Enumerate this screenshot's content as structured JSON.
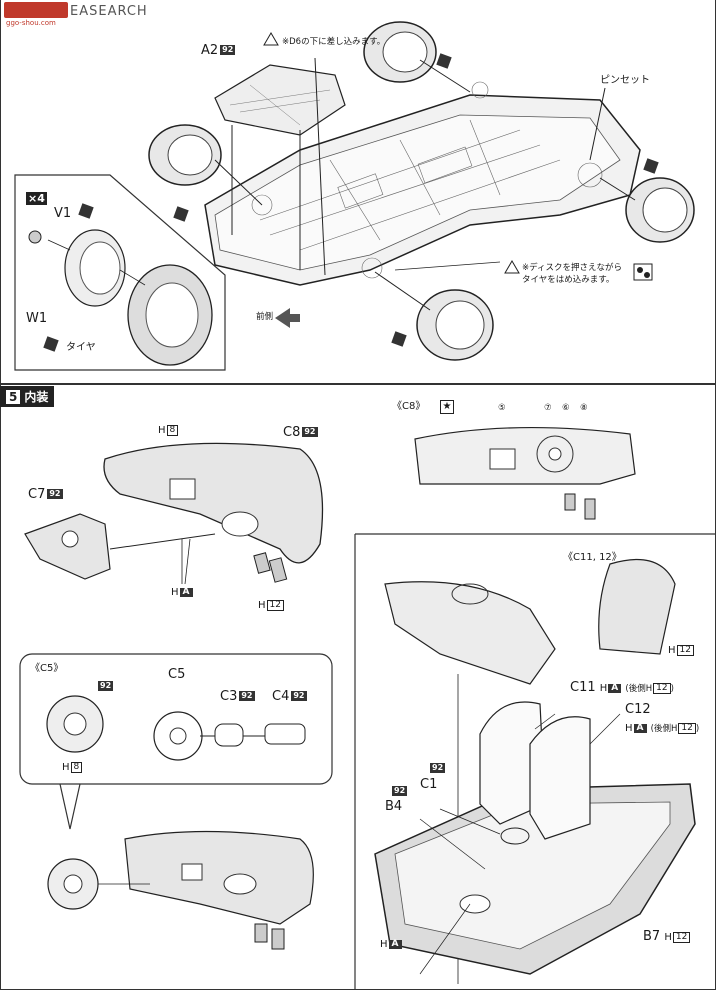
{
  "watermark": {
    "site": "ggo-shou.com",
    "brand_text": "EASEARCH"
  },
  "step4": {
    "A2": "A2",
    "A2_paint": "92",
    "note_d6": "※D6の下に差し込みます。",
    "tweezers": "ピンセット",
    "note_disc_1": "※ディスクを押さえながら",
    "note_disc_2": "タイヤをはめ込みます。",
    "front": "前側",
    "inset": {
      "qty": "×4",
      "V1": "V1",
      "W1": "W1",
      "tire": "タイヤ"
    }
  },
  "step5": {
    "number": "5",
    "title": "内装",
    "C8": "C8",
    "C8_paint": "92",
    "H8": "H",
    "H8_box": "8",
    "C7": "C7",
    "C7_paint": "92",
    "HA": "H",
    "HA_box": "A",
    "H12": "H",
    "H12_box": "12",
    "c8_detail": {
      "title": "《C8》",
      "markers": [
        "⑤",
        "⑦",
        "⑥",
        "⑧"
      ]
    },
    "c5": {
      "title": "《C5》",
      "paint": "92",
      "H": "H",
      "H_box": "8",
      "C5": "C5",
      "C3": "C3",
      "C3_paint": "92",
      "C4": "C4",
      "C4_paint": "92"
    },
    "seats": {
      "title": "《C11, 12》",
      "H": "H",
      "H_box": "12",
      "C11": "C11",
      "C12": "C12",
      "HA": "H",
      "HA_box": "A",
      "rear_prefix": "(後側",
      "rear_H": "H",
      "rear_box": "12",
      "rear_suffix": ")",
      "C1": "C1",
      "C1_paint": "92",
      "B4": "B4",
      "B4_paint": "92",
      "B7": "B7",
      "B7_H": "H",
      "B7_box": "12",
      "HA2": "H",
      "HA2_box": "A"
    }
  }
}
